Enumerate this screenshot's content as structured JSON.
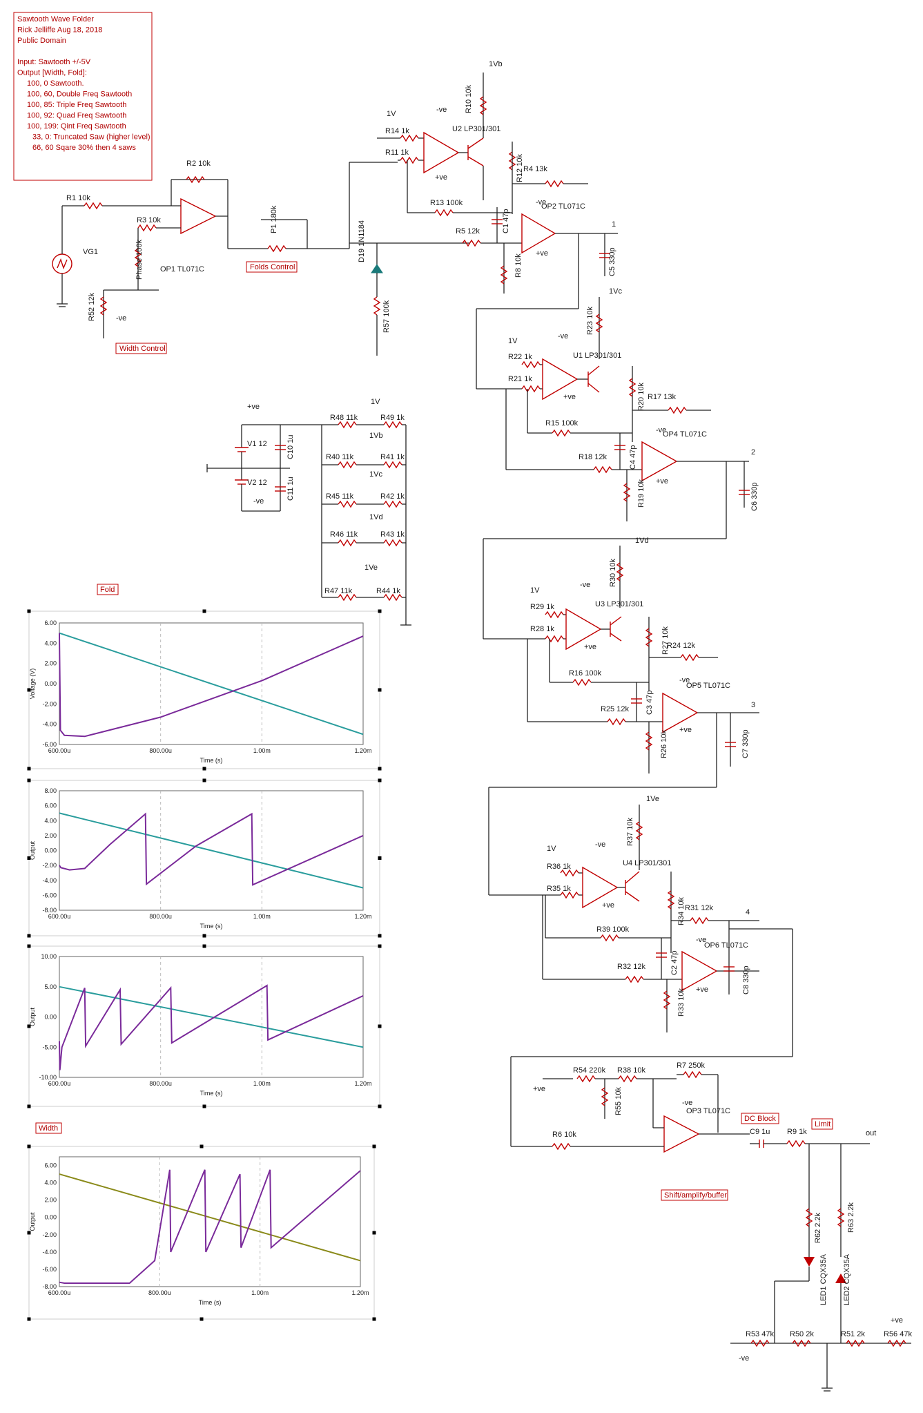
{
  "notes": {
    "lines": [
      "Sawtooth Wave Folder",
      "Rick Jelliffe Aug 18, 2018",
      "Public Domain",
      "",
      "Input: Sawtooth +/-5V",
      "Output [Width, Fold]:",
      "100, 0 Sawtooth.",
      "100, 60, Double Freq Sawtooth",
      "100, 85: Triple Freq Sawtooth",
      "100, 92: Quad Freq Sawtooth",
      "100, 199: Qint Freq Sawtooth",
      "33, 0: Truncated Saw (higher level)",
      "66, 60 Sqare 30% then 4 saws"
    ]
  },
  "section_labels": {
    "width_control": "Width Control",
    "folds_control": "Folds Control",
    "fold": "Fold",
    "width": "Width",
    "dc_block": "DC Block",
    "limit": "Limit",
    "shift": "Shift/amplify/buffer",
    "out": "out"
  },
  "components": {
    "R1": "R1 10k",
    "R2": "R2 10k",
    "R3": "R3 10k",
    "R52": "R52 12k",
    "phase": "Phase 100k",
    "VG1": "VG1",
    "OP1": "OP1 TL071C",
    "P1": "P1 180k",
    "D19": "D19 1N1184",
    "R57": "R57 100k",
    "R14": "R14 1k",
    "R11": "R11 1k",
    "U2": "U2 LP301/301",
    "R10": "R10 10k",
    "R12": "R12 10k",
    "R4": "R4 13k",
    "R13": "R13 100k",
    "C1": "C1 47p",
    "OP2": "OP2 TL071C",
    "R5": "R5 12k",
    "R8": "R8 10k",
    "C5": "C5 330p",
    "R23": "R23 10k",
    "R22": "R22 1k",
    "R21": "R21 1k",
    "U1": "U1 LP301/301",
    "R20": "R20 10k",
    "R17": "R17 13k",
    "R15": "R15 100k",
    "C4": "C4 47p",
    "OP4": "OP4 TL071C",
    "R18": "R18 12k",
    "R19": "R19 10k",
    "C6": "C6 330p",
    "V1": "V1 12",
    "V2": "V2 12",
    "C10": "C10 1u",
    "C11": "C11 1u",
    "R48": "R48 11k",
    "R49": "R49 1k",
    "R40": "R40 11k",
    "R41": "R41 1k",
    "R45": "R45 11k",
    "R42": "R42 1k",
    "R46": "R46 11k",
    "R43": "R43 1k",
    "R47": "R47 11k",
    "R44": "R44 1k",
    "R30": "R30 10k",
    "R29": "R29 1k",
    "U3": "U3 LP301/301",
    "R28": "R28 1k",
    "R27": "R27 10k",
    "R24": "R24 12k",
    "R16": "R16 100k",
    "C3": "C3 47p",
    "OP5": "OP5 TL071C",
    "R25": "R25 12k",
    "R26": "R26 10k",
    "C7": "C7 330p",
    "R37": "R37 10k",
    "R36": "R36 1k",
    "U4": "U4 LP301/301",
    "R35": "R35 1k",
    "R34": "R34 10k",
    "R31": "R31 12k",
    "R39": "R39 100k",
    "C2": "C2 47p",
    "OP6": "OP6 TL071C",
    "R32": "R32 12k",
    "R33": "R33 10k",
    "C8": "C8 330p",
    "R54": "R54 220k",
    "R38": "R38 10k",
    "R7": "R7 250k",
    "R55": "R55 10k",
    "OP3": "OP3 TL071C",
    "R6": "R6 10k",
    "C9": "C9 1u",
    "R9": "R9 1k",
    "R62": "R62 2.2k",
    "R63": "R63 2.2k",
    "LED1": "LED1 CQX35A",
    "LED2": "LED2 CQX35A",
    "R53": "R53 47k",
    "R50": "R50 2k",
    "R51": "R51 2k",
    "R56": "R56 47k"
  },
  "rails": {
    "pos": "+ve",
    "neg": "-ve",
    "v1": "1V",
    "vb": "1Vb",
    "vc": "1Vc",
    "vd": "1Vd",
    "ve": "1Ve",
    "n1": "1",
    "n2": "2",
    "n3": "3",
    "n4": "4"
  },
  "chart_data": [
    {
      "type": "line",
      "xlabel": "Time (s)",
      "ylabel": "Voltage (V)",
      "xticks": [
        "600.00u",
        "800.00u",
        "1.00m",
        "1.20m"
      ],
      "yticks": [
        "6.00",
        "4.00",
        "2.00",
        "0.00",
        "-2.00",
        "-4.00",
        "-6.00"
      ],
      "xlim": [
        0.0006,
        0.0012
      ],
      "ylim": [
        -6,
        6
      ],
      "series": [
        {
          "color": "#2a9d9d",
          "x": [
            0.0006,
            0.0012
          ],
          "y": [
            5.0,
            -5.0
          ]
        },
        {
          "color": "#7a2a9a",
          "x": [
            0.0006,
            0.000602,
            0.00061,
            0.00065,
            0.0008,
            0.001,
            0.0012
          ],
          "y": [
            5.0,
            -4.6,
            -5.1,
            -5.2,
            -3.3,
            0.3,
            4.7
          ]
        }
      ]
    },
    {
      "type": "line",
      "xlabel": "Time (s)",
      "ylabel": "Output",
      "xticks": [
        "600.00u",
        "800.00u",
        "1.00m",
        "1.20m"
      ],
      "yticks": [
        "8.00",
        "6.00",
        "4.00",
        "2.00",
        "0.00",
        "-2.00",
        "-4.00",
        "-6.00",
        "-8.00"
      ],
      "xlim": [
        0.0006,
        0.0012
      ],
      "ylim": [
        -8,
        8
      ],
      "series": [
        {
          "color": "#2a9d9d",
          "x": [
            0.0006,
            0.0012
          ],
          "y": [
            5.0,
            -5.0
          ]
        },
        {
          "color": "#7a2a9a",
          "x": [
            0.0006,
            0.000603,
            0.00062,
            0.00065,
            0.0007,
            0.00077,
            0.000772,
            0.00087,
            0.00098,
            0.000982,
            0.0012
          ],
          "y": [
            -2.0,
            -2.3,
            -2.6,
            -2.4,
            0.8,
            4.9,
            -4.5,
            0.6,
            4.9,
            -4.6,
            2.0
          ]
        }
      ]
    },
    {
      "type": "line",
      "xlabel": "Time (s)",
      "ylabel": "Output",
      "xticks": [
        "600.00u",
        "800.00u",
        "1.00m",
        "1.20m"
      ],
      "yticks": [
        "10.00",
        "5.00",
        "0.00",
        "-5.00",
        "-10.00"
      ],
      "xlim": [
        0.0006,
        0.0012
      ],
      "ylim": [
        -10,
        10
      ],
      "series": [
        {
          "color": "#2a9d9d",
          "x": [
            0.0006,
            0.0012
          ],
          "y": [
            5.0,
            -5.0
          ]
        },
        {
          "color": "#7a2a9a",
          "x": [
            0.0006,
            0.000601,
            0.000605,
            0.00065,
            0.000652,
            0.00072,
            0.000722,
            0.00082,
            0.000822,
            0.00101,
            0.001012,
            0.0012
          ],
          "y": [
            -4.0,
            -8.8,
            -5.0,
            4.8,
            -4.8,
            4.5,
            -4.5,
            4.8,
            -4.3,
            5.2,
            -3.8,
            3.5
          ]
        }
      ]
    },
    {
      "type": "line",
      "xlabel": "Time (s)",
      "ylabel": "Output",
      "xticks": [
        "600.00u",
        "800.00u",
        "1.00m",
        "1.20m"
      ],
      "yticks": [
        "6.00",
        "4.00",
        "2.00",
        "0.00",
        "-2.00",
        "-4.00",
        "-6.00",
        "-8.00"
      ],
      "xlim": [
        0.0006,
        0.0012
      ],
      "ylim": [
        -8,
        7
      ],
      "series": [
        {
          "color": "#8a8a1a",
          "x": [
            0.0006,
            0.0012
          ],
          "y": [
            5.0,
            -5.0
          ]
        },
        {
          "color": "#7a2a9a",
          "x": [
            0.0006,
            0.00061,
            0.00074,
            0.00079,
            0.00082,
            0.000822,
            0.00089,
            0.000892,
            0.00096,
            0.000962,
            0.00102,
            0.001022,
            0.0012
          ],
          "y": [
            -7.5,
            -7.6,
            -7.6,
            -5.0,
            5.5,
            -4.0,
            5.5,
            -4.0,
            5.0,
            -3.5,
            5.5,
            -3.5,
            5.4
          ]
        }
      ]
    }
  ]
}
